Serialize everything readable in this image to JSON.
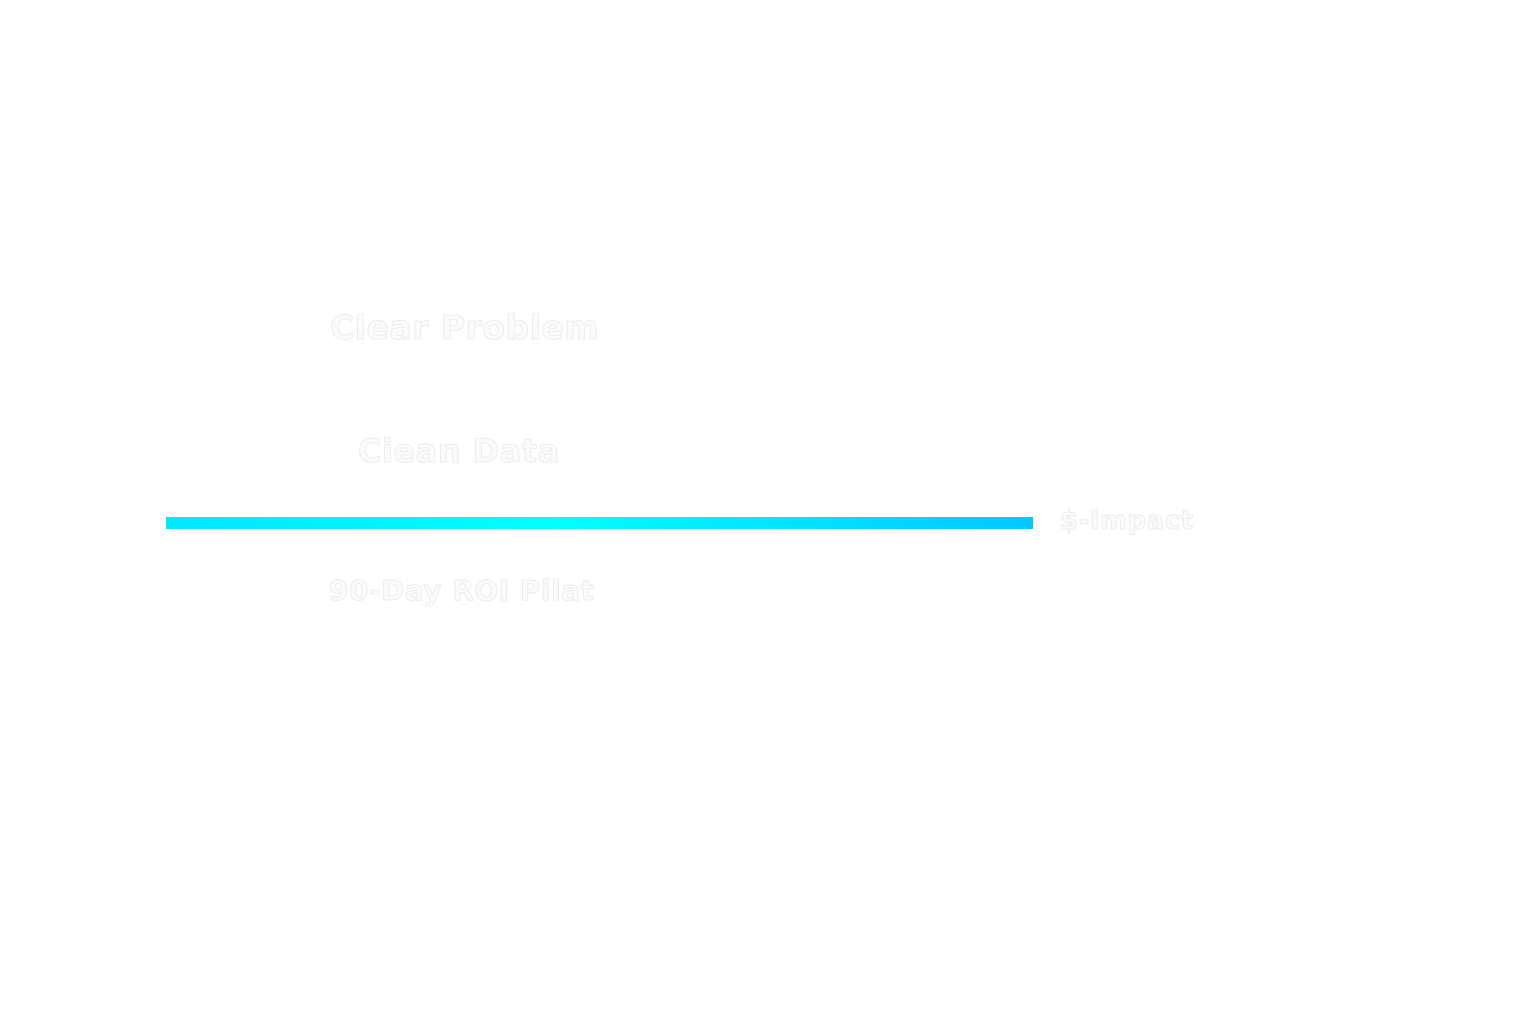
{
  "labels": {
    "clear_problem": "Clear Problem",
    "clean_data": "Ciean Data",
    "pilot": "90-Day ROI Pilat",
    "impact": "$-Impact"
  },
  "bar": {
    "colors": [
      "#00e8ff",
      "#00ffff",
      "#00c8ff"
    ]
  }
}
